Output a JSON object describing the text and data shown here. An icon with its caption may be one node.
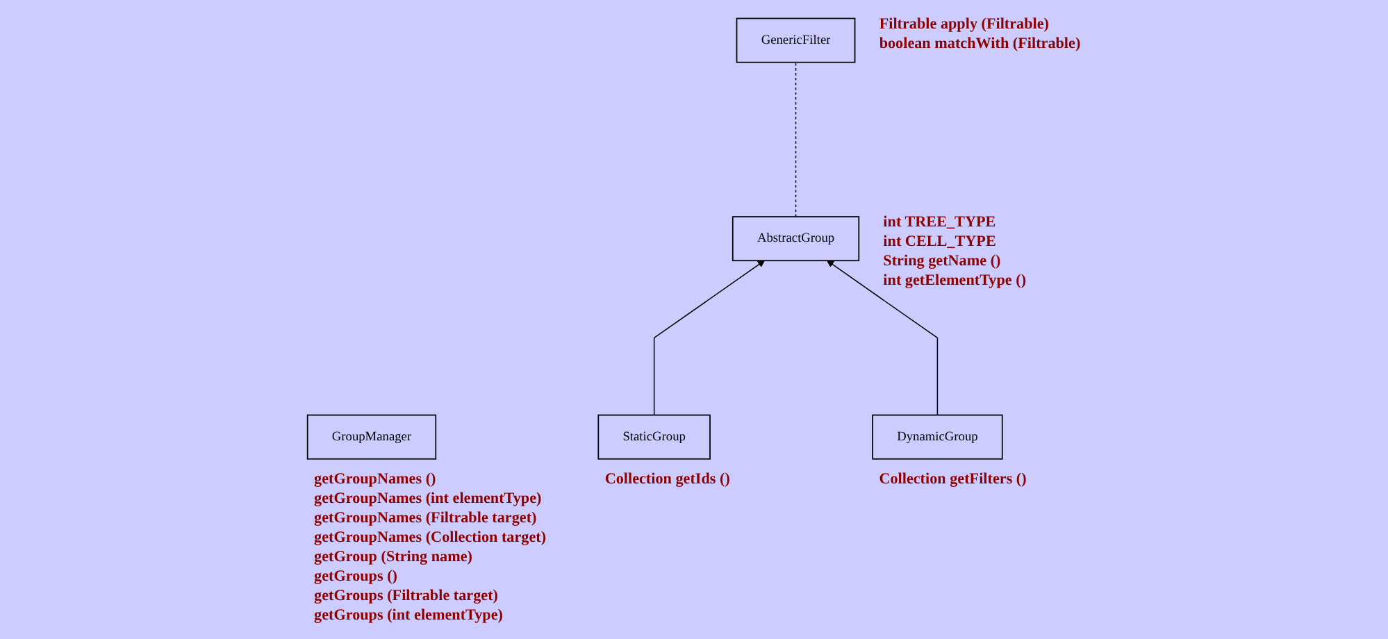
{
  "diagram": {
    "nodes": [
      {
        "text": [
          "GenericFilter"
        ],
        "beside": [
          "Filtrable apply (Filtrable)",
          "boolean matchWith (Filtrable)"
        ]
      },
      {
        "text": [
          "AbstractGroup"
        ],
        "beside": [
          "int TREE_TYPE",
          "int CELL_TYPE",
          "String getName ()",
          "int getElementType ()"
        ]
      },
      {
        "text": [
          "GroupManager"
        ],
        "beside": [
          "getGroupNames ()",
          "getGroupNames (int elementType)",
          "getGroupNames (Filtrable target)",
          "getGroupNames (Collection target)",
          "getGroup (String name)",
          "getGroups ()",
          "getGroups (Filtrable target)",
          "getGroups (int elementType)"
        ]
      },
      {
        "text": [
          "StaticGroup"
        ],
        "beside": [
          "Collection getIds ()"
        ]
      },
      {
        "text": [
          "DynamicGroup"
        ],
        "beside": [
          "Collection getFilters ()"
        ]
      }
    ],
    "edges": [
      {
        "from": 1,
        "to": 0,
        "arrow": "none",
        "style": "dashed"
      },
      {
        "from": 3,
        "to": 1,
        "arrow": "to"
      },
      {
        "from": 4,
        "to": 1,
        "arrow": "to"
      }
    ]
  }
}
